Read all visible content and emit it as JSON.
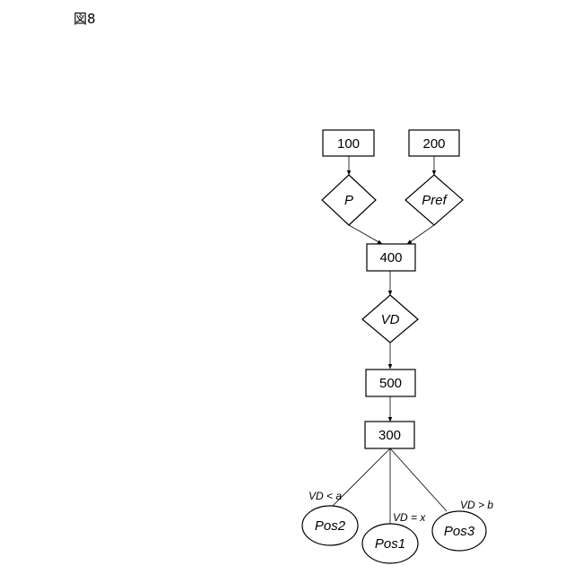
{
  "figure": {
    "label": "図8"
  },
  "nodes": {
    "box_100": "100",
    "box_200": "200",
    "diamond_p": "P",
    "diamond_pref": "Pref",
    "box_400": "400",
    "diamond_vd": "VD",
    "box_500": "500",
    "box_300": "300",
    "ellipse_pos2": "Pos2",
    "ellipse_pos1": "Pos1",
    "ellipse_pos3": "Pos3"
  },
  "conditions": {
    "vd_lt_a": "VD < a",
    "vd_eq_x": "VD = x",
    "vd_gt_b": "VD > b"
  },
  "colors": {
    "stroke": "#000000",
    "fill": "#ffffff",
    "text": "#000000"
  }
}
